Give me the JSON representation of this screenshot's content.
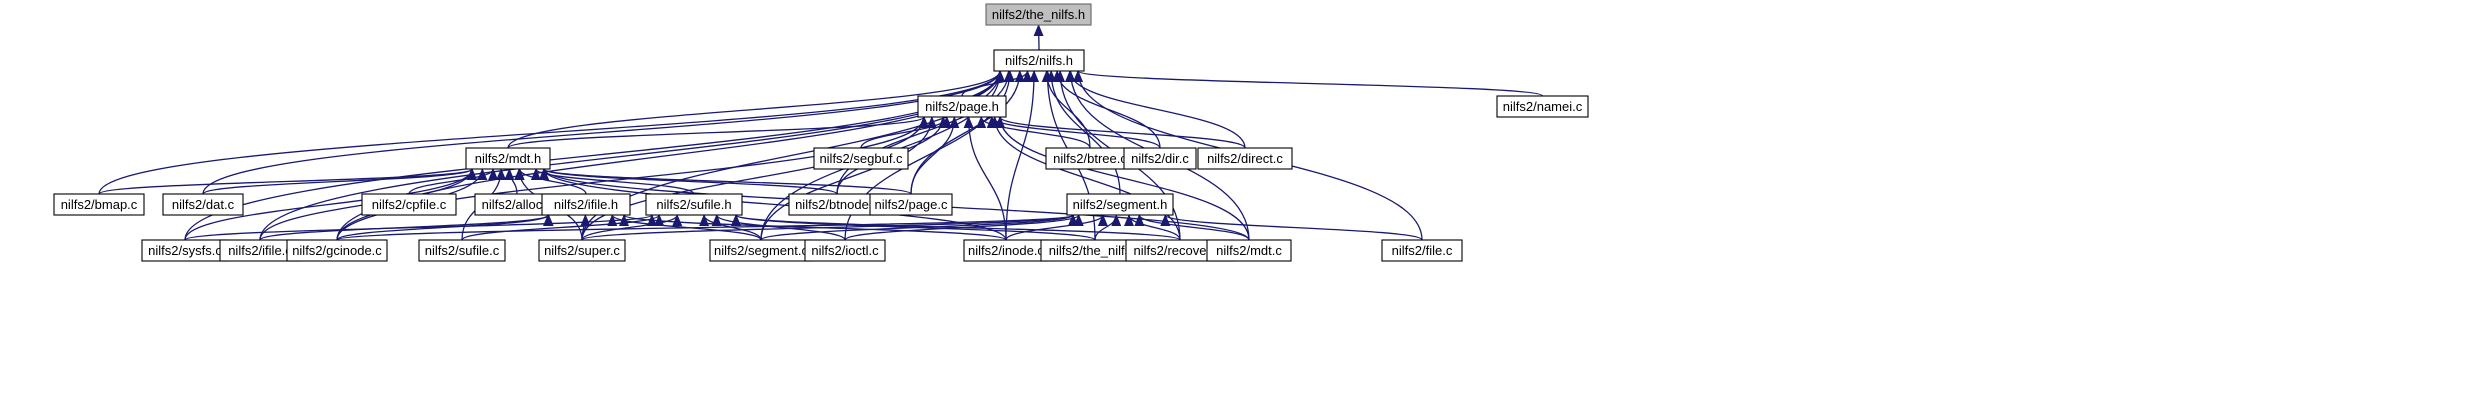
{
  "colors": {
    "edge": "#191970",
    "node_border": "#000000",
    "root_fill": "#bfbfbf",
    "node_fill": "#ffffff"
  },
  "nodes": [
    {
      "id": "the_nilfs_h",
      "label": "nilfs2/the_nilfs.h",
      "root": true
    },
    {
      "id": "nilfs_h",
      "label": "nilfs2/nilfs.h"
    },
    {
      "id": "page_h",
      "label": "nilfs2/page.h"
    },
    {
      "id": "namei_c",
      "label": "nilfs2/namei.c"
    },
    {
      "id": "mdt_h",
      "label": "nilfs2/mdt.h"
    },
    {
      "id": "segbuf_c",
      "label": "nilfs2/segbuf.c"
    },
    {
      "id": "btree_c",
      "label": "nilfs2/btree.c"
    },
    {
      "id": "dir_c",
      "label": "nilfs2/dir.c"
    },
    {
      "id": "direct_c",
      "label": "nilfs2/direct.c"
    },
    {
      "id": "bmap_c",
      "label": "nilfs2/bmap.c"
    },
    {
      "id": "dat_c",
      "label": "nilfs2/dat.c"
    },
    {
      "id": "cpfile_c",
      "label": "nilfs2/cpfile.c"
    },
    {
      "id": "alloc_c",
      "label": "nilfs2/alloc.c"
    },
    {
      "id": "ifile_h",
      "label": "nilfs2/ifile.h"
    },
    {
      "id": "sufile_h",
      "label": "nilfs2/sufile.h"
    },
    {
      "id": "btnode_c",
      "label": "nilfs2/btnode.c"
    },
    {
      "id": "page_c",
      "label": "nilfs2/page.c"
    },
    {
      "id": "segment_h",
      "label": "nilfs2/segment.h"
    },
    {
      "id": "sysfs_c",
      "label": "nilfs2/sysfs.c"
    },
    {
      "id": "ifile_c",
      "label": "nilfs2/ifile.c"
    },
    {
      "id": "gcinode_c",
      "label": "nilfs2/gcinode.c"
    },
    {
      "id": "sufile_c",
      "label": "nilfs2/sufile.c"
    },
    {
      "id": "super_c",
      "label": "nilfs2/super.c"
    },
    {
      "id": "segment_c",
      "label": "nilfs2/segment.c"
    },
    {
      "id": "ioctl_c",
      "label": "nilfs2/ioctl.c"
    },
    {
      "id": "inode_c",
      "label": "nilfs2/inode.c"
    },
    {
      "id": "the_nilfs_c",
      "label": "nilfs2/the_nilfs.c"
    },
    {
      "id": "recovery_c",
      "label": "nilfs2/recovery.c"
    },
    {
      "id": "mdt_c",
      "label": "nilfs2/mdt.c"
    },
    {
      "id": "file_c",
      "label": "nilfs2/file.c"
    }
  ],
  "edges": [
    [
      "nilfs_h",
      "the_nilfs_h"
    ],
    [
      "page_h",
      "nilfs_h"
    ],
    [
      "namei_c",
      "nilfs_h"
    ],
    [
      "mdt_h",
      "nilfs_h"
    ],
    [
      "btree_c",
      "nilfs_h"
    ],
    [
      "dir_c",
      "nilfs_h"
    ],
    [
      "direct_c",
      "nilfs_h"
    ],
    [
      "bmap_c",
      "nilfs_h"
    ],
    [
      "dat_c",
      "nilfs_h"
    ],
    [
      "btnode_c",
      "nilfs_h"
    ],
    [
      "page_c",
      "nilfs_h"
    ],
    [
      "segment_h",
      "nilfs_h"
    ],
    [
      "sysfs_c",
      "nilfs_h"
    ],
    [
      "ifile_c",
      "nilfs_h"
    ],
    [
      "gcinode_c",
      "nilfs_h"
    ],
    [
      "super_c",
      "nilfs_h"
    ],
    [
      "segment_c",
      "nilfs_h"
    ],
    [
      "ioctl_c",
      "nilfs_h"
    ],
    [
      "inode_c",
      "nilfs_h"
    ],
    [
      "the_nilfs_c",
      "nilfs_h"
    ],
    [
      "recovery_c",
      "nilfs_h"
    ],
    [
      "mdt_c",
      "nilfs_h"
    ],
    [
      "file_c",
      "nilfs_h"
    ],
    [
      "mdt_h",
      "page_h"
    ],
    [
      "segbuf_c",
      "page_h"
    ],
    [
      "btree_c",
      "page_h"
    ],
    [
      "dir_c",
      "page_h"
    ],
    [
      "direct_c",
      "page_h"
    ],
    [
      "btnode_c",
      "page_h"
    ],
    [
      "page_c",
      "page_h"
    ],
    [
      "gcinode_c",
      "page_h"
    ],
    [
      "super_c",
      "page_h"
    ],
    [
      "segment_c",
      "page_h"
    ],
    [
      "inode_c",
      "page_h"
    ],
    [
      "recovery_c",
      "page_h"
    ],
    [
      "mdt_c",
      "page_h"
    ],
    [
      "bmap_c",
      "mdt_h"
    ],
    [
      "dat_c",
      "mdt_h"
    ],
    [
      "cpfile_c",
      "mdt_h"
    ],
    [
      "alloc_c",
      "mdt_h"
    ],
    [
      "ifile_h",
      "mdt_h"
    ],
    [
      "sufile_h",
      "mdt_h"
    ],
    [
      "btnode_c",
      "mdt_h"
    ],
    [
      "page_c",
      "mdt_h"
    ],
    [
      "sysfs_c",
      "mdt_h"
    ],
    [
      "ifile_c",
      "mdt_h"
    ],
    [
      "gcinode_c",
      "mdt_h"
    ],
    [
      "sufile_c",
      "mdt_h"
    ],
    [
      "super_c",
      "mdt_h"
    ],
    [
      "inode_c",
      "mdt_h"
    ],
    [
      "mdt_c",
      "mdt_h"
    ],
    [
      "ifile_c",
      "ifile_h"
    ],
    [
      "gcinode_c",
      "ifile_h"
    ],
    [
      "super_c",
      "ifile_h"
    ],
    [
      "segment_c",
      "ifile_h"
    ],
    [
      "inode_c",
      "ifile_h"
    ],
    [
      "sysfs_c",
      "sufile_h"
    ],
    [
      "sufile_c",
      "sufile_h"
    ],
    [
      "super_c",
      "sufile_h"
    ],
    [
      "segment_c",
      "sufile_h"
    ],
    [
      "ioctl_c",
      "sufile_h"
    ],
    [
      "the_nilfs_c",
      "sufile_h"
    ],
    [
      "recovery_c",
      "sufile_h"
    ],
    [
      "gcinode_c",
      "segment_h"
    ],
    [
      "super_c",
      "segment_h"
    ],
    [
      "segment_c",
      "segment_h"
    ],
    [
      "ioctl_c",
      "segment_h"
    ],
    [
      "inode_c",
      "segment_h"
    ],
    [
      "the_nilfs_c",
      "segment_h"
    ],
    [
      "recovery_c",
      "segment_h"
    ],
    [
      "mdt_c",
      "segment_h"
    ],
    [
      "file_c",
      "segment_h"
    ]
  ]
}
